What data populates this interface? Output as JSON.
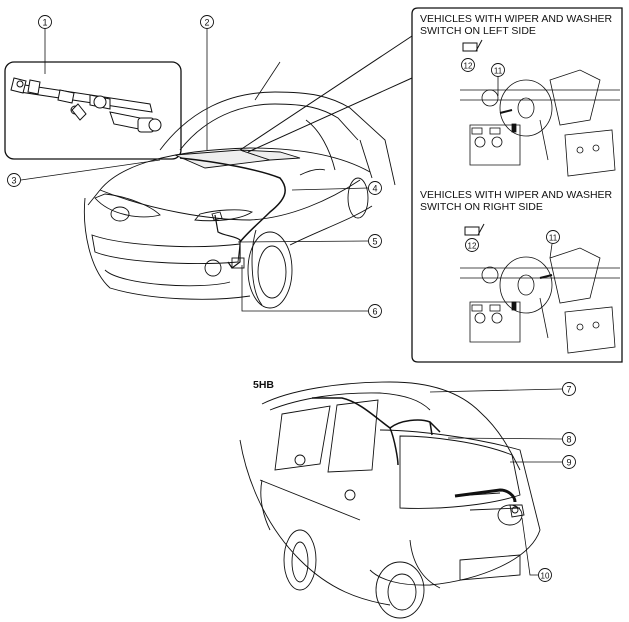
{
  "callouts": {
    "c1": "1",
    "c2": "2",
    "c3": "3",
    "c4": "4",
    "c5": "5",
    "c6": "6",
    "c7": "7",
    "c8": "8",
    "c9": "9",
    "c10": "10",
    "c11a": "11",
    "c11b": "11",
    "c12a": "12",
    "c12b": "12"
  },
  "panel_left": {
    "line1": "VEHICLES WITH WIPER AND WASHER",
    "line2": "SWITCH ON LEFT SIDE"
  },
  "panel_right": {
    "line1": "VEHICLES WITH WIPER AND WASHER",
    "line2": "SWITCH ON RIGHT SIDE"
  },
  "rear_model_label": "5HB"
}
